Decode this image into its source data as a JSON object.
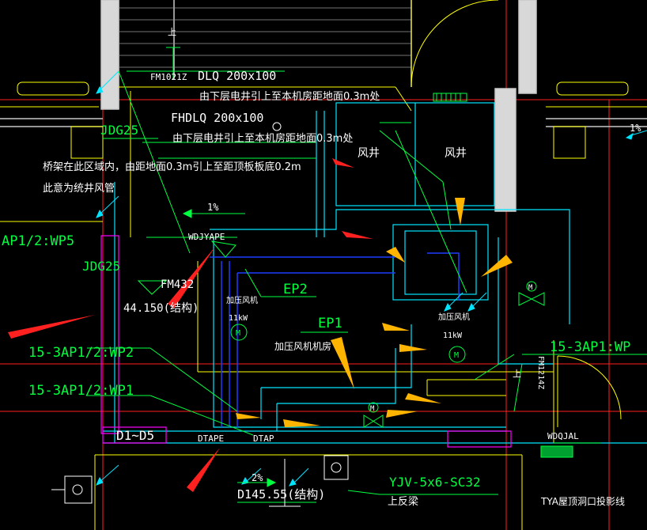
{
  "title_labels": {
    "fm1021z": "FM1021Z",
    "dlq": "DLQ 200x100",
    "note_top1": "由下层电井引上至本机房距地面0.3m处",
    "fhdlq": "FHDLQ 200x100",
    "note_top2": "由下层电井引上至本机房距地面0.3m处",
    "shang1": "上",
    "fengjing1": "风井",
    "fengjing2": "风井",
    "jdg25_top": "JDG25",
    "note_bridge": "桥架在此区域内，由距地面0.3m引上至距顶板板底0.2m",
    "note_shaft": "此意为统井风管",
    "slope1": "1%",
    "slope2": "1%",
    "slope3": "2%",
    "ap_wp5": "AP1/2:WP5",
    "wdjyape": "WDJYAPE",
    "jdg25_mid": "JDG25",
    "fm432": "FM432",
    "elev": "44.150(结构)",
    "ep2": "EP2",
    "fan1_label": "加压风机",
    "fan1_kw": "11kW",
    "ep1": "EP1",
    "room": "加压风机机房",
    "fan2_label": "加压风机",
    "fan2_kw": "11kW",
    "wp2": "15-3AP1/2:WP2",
    "wp1": "15-3AP1/2:WP1",
    "wp_right": "15-3AP1:WP",
    "fm1214z": "FM1214Z",
    "shang2": "上",
    "d1d5": "D1~D5",
    "dtape": "DTAPE",
    "dtap": "DTAP",
    "wdqal": "WDQJAL",
    "d145": "D145.55(结构)",
    "yjv": "YJV-5x6-SC32",
    "fanliang": "上反梁",
    "tya": "TYA屋顶洞口投影线",
    "motor": "M"
  },
  "colors": {
    "cyan": "#00e5ff",
    "yellow": "#ffff00",
    "red": "#ff2020",
    "white": "#ffffff",
    "blue": "#1e3cff",
    "green": "#00ff40",
    "magenta": "#ff00ff",
    "orange": "#ffb400",
    "grey": "#c8c8c8"
  }
}
